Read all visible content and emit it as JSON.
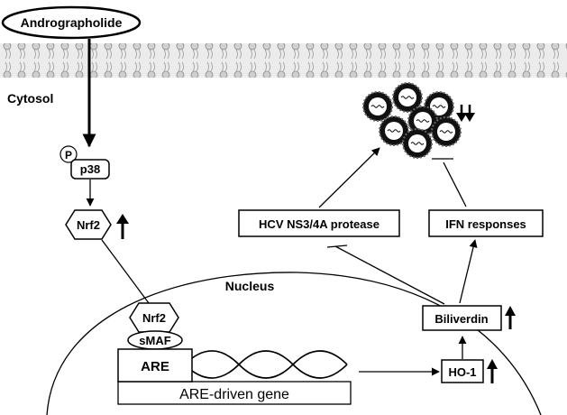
{
  "labels": {
    "andrographolide": "Andrographolide",
    "cytosol": "Cytosol",
    "phospho": "P",
    "p38": "p38",
    "nrf2_cytosol": "Nrf2",
    "nucleus": "Nucleus",
    "nrf2_nuclear": "Nrf2",
    "smaf": "sMAF",
    "are": "ARE",
    "are_driven_gene": "ARE-driven gene",
    "hcv_protease": "HCV NS3/4A protease",
    "ifn_responses": "IFN responses",
    "biliverdin": "Biliverdin",
    "ho1": "HO-1"
  },
  "icons": {
    "membrane": "lipid-bilayer-icon",
    "virus": "hcv-particle-cluster-icon",
    "dna": "dna-double-helix-icon",
    "up_arrow": "upregulation-arrow-icon",
    "double_down_arrow": "double-down-arrow-icon"
  }
}
